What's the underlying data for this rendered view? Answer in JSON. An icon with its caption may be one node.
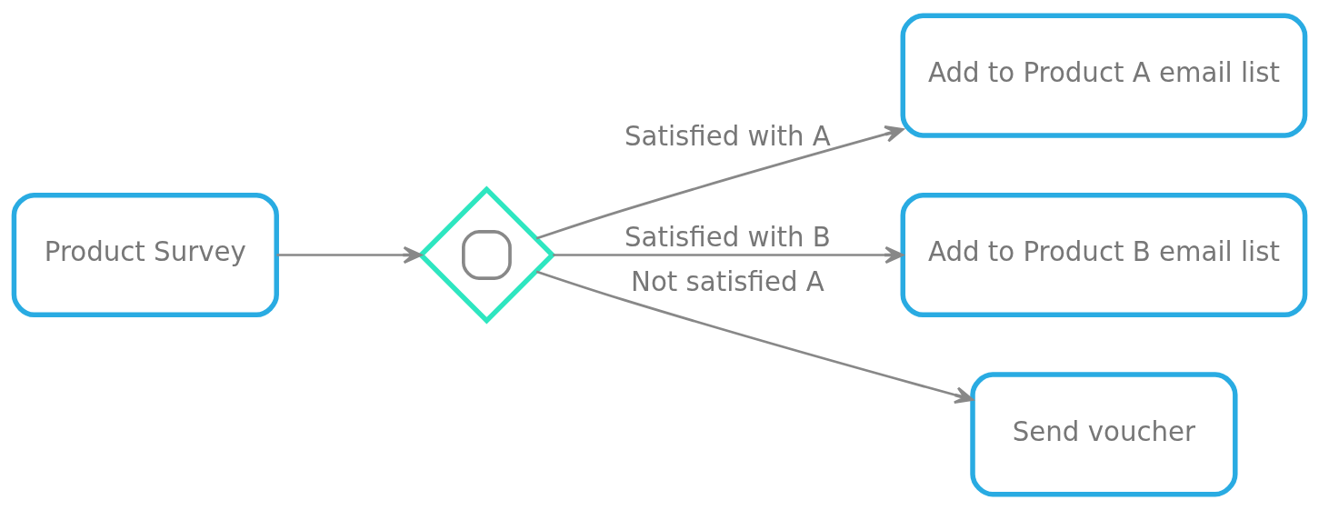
{
  "diagram": {
    "nodes": [
      {
        "text": [
          "Product Survey"
        ]
      },
      {
        "text": [],
        "shape": "diamond"
      },
      {
        "text": [
          "Add to Product A email list"
        ]
      },
      {
        "text": [
          "Add to Product B email list"
        ]
      },
      {
        "text": [
          "Send voucher"
        ]
      }
    ],
    "edges": [
      {
        "from": 0,
        "to": 1,
        "arrow": "to"
      },
      {
        "from": 1,
        "to": 2,
        "arrow": "to",
        "label": "Satisfied with A"
      },
      {
        "from": 1,
        "to": 3,
        "arrow": "to",
        "label": "Satisfied with B"
      },
      {
        "from": 1,
        "to": 4,
        "arrow": "to",
        "label": "Not satisfied A"
      }
    ]
  }
}
